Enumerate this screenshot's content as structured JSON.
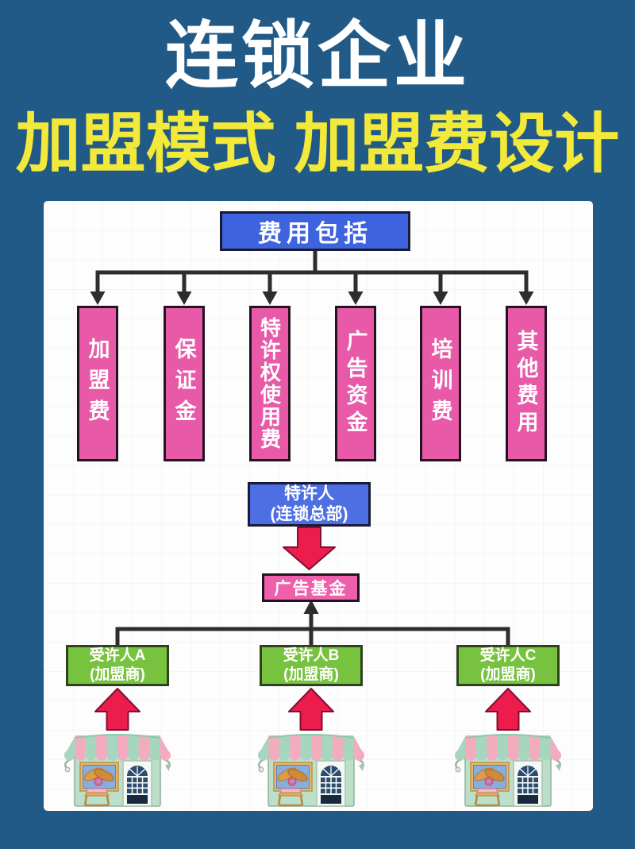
{
  "title": {
    "line1": "连锁企业",
    "line2": "加盟模式 加盟费设计"
  },
  "flowchart": {
    "root_label": "费用包括",
    "fee_items": [
      "加盟费",
      "保证金",
      "特许权使用费",
      "广告资金",
      "培训费",
      "其他费用"
    ],
    "franchisor": {
      "line1": "特许人",
      "line2": "(连锁总部)"
    },
    "ad_fund_label": "广告基金",
    "franchisees": [
      {
        "line1": "受许人A",
        "line2": "(加盟商)"
      },
      {
        "line1": "受许人B",
        "line2": "(加盟商)"
      },
      {
        "line1": "受许人C",
        "line2": "(加盟商)"
      }
    ],
    "store_icons": [
      "storefront-icon",
      "storefront-icon",
      "storefront-icon"
    ]
  },
  "colors": {
    "background": "#215A87",
    "title_white": "#FFFFFF",
    "title_yellow": "#F2E93A",
    "root_blue": "#3E63DE",
    "franchisor_blue": "#4E6FE4",
    "fee_pink": "#E85AA8",
    "ad_fund_pink": "#EE5FAC",
    "franchisee_green": "#77C340",
    "arrow_red": "#EC1C4D",
    "connector_dark": "#2D2D2D"
  }
}
